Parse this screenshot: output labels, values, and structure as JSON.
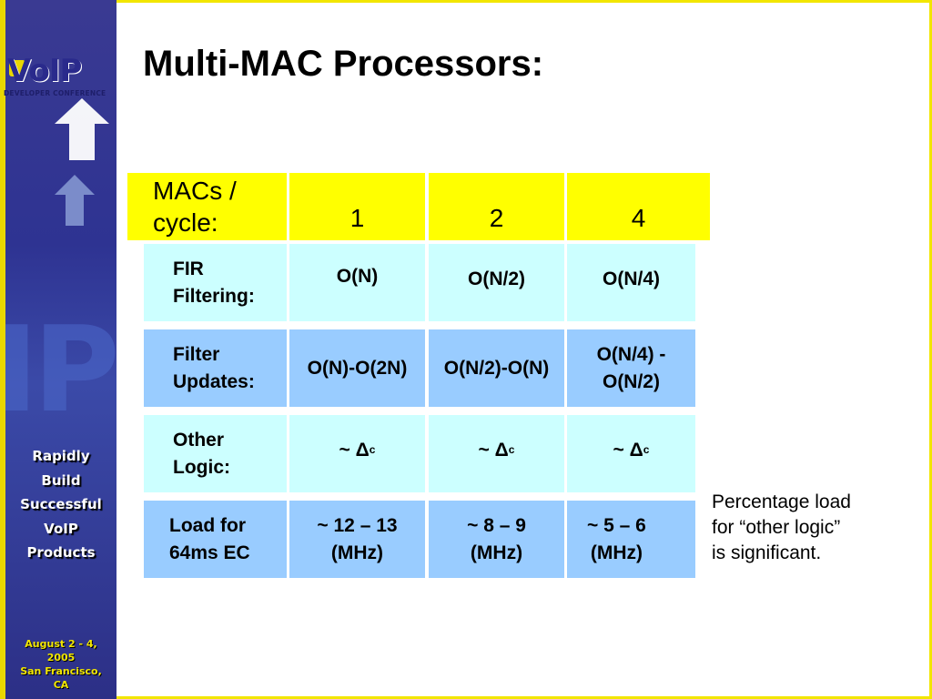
{
  "sidebar": {
    "logo_text": "VoIP",
    "logo_subtext": "DEVELOPER CONFERENCE",
    "tagline_lines": [
      "Rapidly",
      "Build",
      "Successful",
      "VoIP",
      "Products"
    ],
    "date_lines": [
      "August 2 - 4,",
      "2005",
      "San Francisco,",
      "CA"
    ]
  },
  "slide": {
    "title": "Multi-MAC Processors:",
    "note_lines": [
      "Percentage load",
      "for “other logic”",
      "is significant."
    ]
  },
  "table": {
    "header": {
      "label_lines": [
        "MACs /",
        "cycle:"
      ],
      "columns": [
        "1",
        "2",
        "4"
      ]
    },
    "rows": [
      {
        "label_lines": [
          "FIR",
          "Filtering:"
        ],
        "cells": [
          [
            "O(N)"
          ],
          [
            "O(N/2)"
          ],
          [
            "O(N/4)"
          ]
        ]
      },
      {
        "label_lines": [
          "Filter",
          "Updates:"
        ],
        "cells": [
          [
            "O(N)-O(2N)"
          ],
          [
            "O(N/2)-O(N)"
          ],
          [
            "O(N/4) -",
            "O(N/2)"
          ]
        ]
      },
      {
        "label_lines": [
          "Other",
          "Logic:"
        ],
        "cells": [
          [
            "~ Δc"
          ],
          [
            "~ Δc"
          ],
          [
            "~ Δc"
          ]
        ],
        "delta_symbol": "Δ",
        "delta_subscript": "c",
        "approx": "~ "
      },
      {
        "label_lines": [
          "Load for",
          "64ms EC"
        ],
        "cells": [
          [
            "~ 12 – 13",
            "(MHz)"
          ],
          [
            "~ 8 – 9",
            "(MHz)"
          ],
          [
            "~ 5 – 6",
            "(MHz)"
          ]
        ]
      }
    ]
  },
  "colors": {
    "header_yellow": "#ffff00",
    "row_light": "#ccffff",
    "row_blue": "#99ccff",
    "frame_yellow": "#f2e600",
    "sidebar_blue": "#2e3392"
  }
}
